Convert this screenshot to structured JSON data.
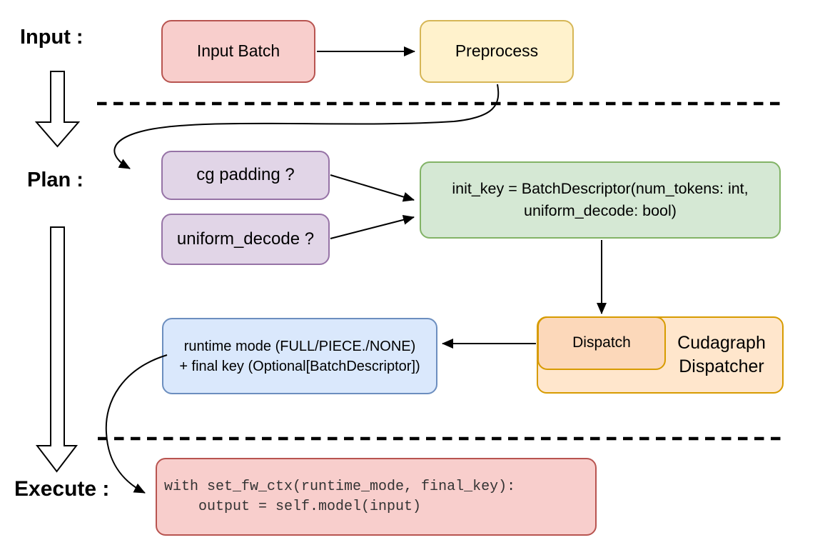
{
  "stages": {
    "input_label": "Input :",
    "plan_label": "Plan :",
    "execute_label": "Execute :"
  },
  "nodes": {
    "input_batch": {
      "label": "Input Batch",
      "fill": "#f8cecc",
      "stroke": "#b85450"
    },
    "preprocess": {
      "label": "Preprocess",
      "fill": "#fff2cc",
      "stroke": "#d6b656"
    },
    "cg_padding": {
      "label": "cg padding ?",
      "fill": "#e1d5e7",
      "stroke": "#9673a6"
    },
    "uniform_decode": {
      "label": "uniform_decode ?",
      "fill": "#e1d5e7",
      "stroke": "#9673a6"
    },
    "init_key": {
      "line1": "init_key = BatchDescriptor(num_tokens: int,",
      "line2": "uniform_decode: bool)",
      "fill": "#d5e8d4",
      "stroke": "#82b366"
    },
    "dispatch": {
      "label": "Dispatch",
      "fill": "#fcd8ba",
      "stroke": "#d79b00"
    },
    "cudagraph_dispatcher": {
      "line1": "Cudagraph",
      "line2": "Dispatcher",
      "fill": "#ffe6cc",
      "stroke": "#d79b00"
    },
    "runtime_mode": {
      "line1": "runtime mode (FULL/PIECE./NONE)",
      "line2": "+ final key (Optional[BatchDescriptor])",
      "fill": "#dae8fc",
      "stroke": "#6c8ebf"
    },
    "execute_code": {
      "line1": "with set_fw_ctx(runtime_mode, final_key):",
      "line2": "    output = self.model(input)",
      "fill": "#f8cecc",
      "stroke": "#b85450"
    }
  },
  "colors": {
    "arrow": "#000000",
    "stage_label_text": "#000000",
    "code_text": "#333333",
    "background": "#ffffff"
  }
}
